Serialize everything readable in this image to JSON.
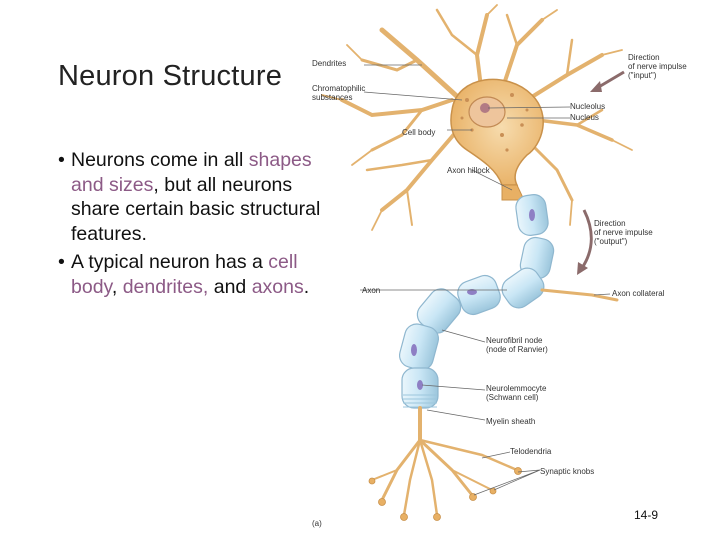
{
  "slide": {
    "title": "Neuron Structure",
    "bullets": [
      {
        "marker": "•",
        "parts": [
          "Neurons come in all ",
          "shapes and sizes",
          ", but all neurons share certain basic structural features."
        ]
      },
      {
        "marker": "•",
        "parts": [
          "A typical neuron has a ",
          "cell body",
          ", ",
          "dendrites,",
          " and ",
          "axons",
          "."
        ]
      }
    ],
    "highlight_color": "#8c5a86",
    "page_number": "14-9"
  },
  "figure": {
    "panel_label": "(a)",
    "labels": {
      "dendrites": "Dendrites",
      "chromatophilic_1": "Chromatophilic",
      "chromatophilic_2": "substances",
      "cell_body": "Cell body",
      "nucleolus": "Nucleolus",
      "nucleus": "Nucleus",
      "direction_in_1": "Direction",
      "direction_in_2": "of nerve impulse",
      "direction_in_3": "(\"input\")",
      "axon_hillock": "Axon hillock",
      "direction_out_1": "Direction",
      "direction_out_2": "of nerve impulse",
      "direction_out_3": "(\"output\")",
      "axon": "Axon",
      "axon_collateral": "Axon collateral",
      "node_1": "Neurofibril node",
      "node_2": "(node of Ranvier)",
      "schwann_1": "Neurolemmocyte",
      "schwann_2": "(Schwann cell)",
      "myelin_sheath": "Myelin sheath",
      "telodendria": "Telodendria",
      "synaptic_knobs": "Synaptic knobs"
    },
    "colors": {
      "neuron_tan": "#f1c98a",
      "neuron_dark": "#d9a35e",
      "myelin_blue": "#c9e6f5",
      "myelin_edge": "#8fb7cf",
      "schwann_nucleus": "#8e7fc4",
      "leader_line": "#666666"
    }
  }
}
